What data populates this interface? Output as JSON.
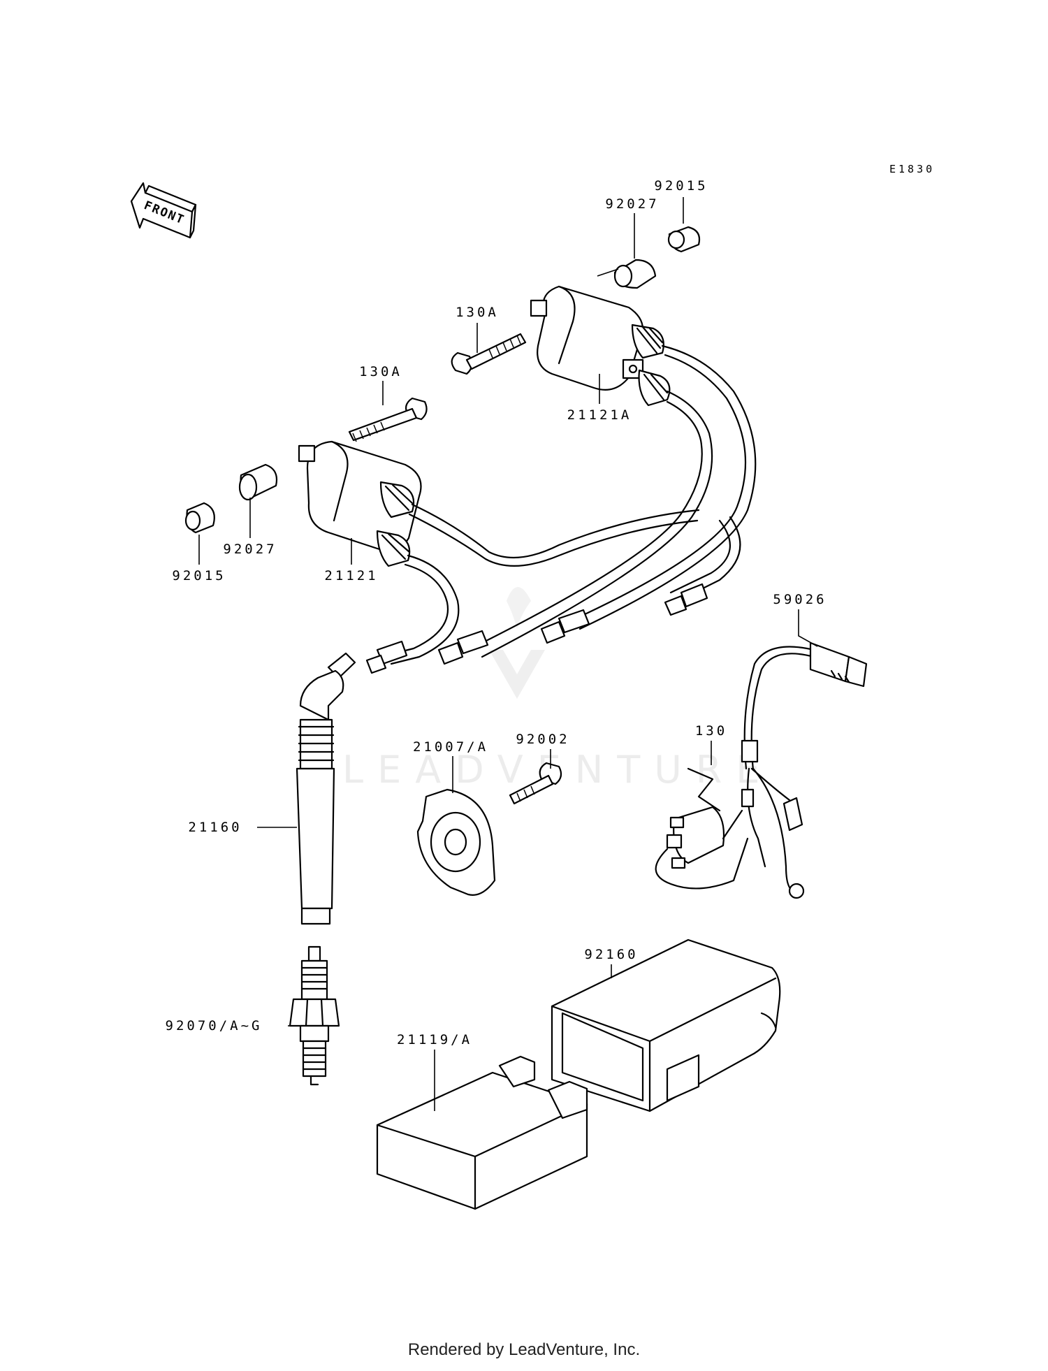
{
  "diagram_ref": "E1830",
  "front_indicator": "FRONT",
  "watermark": "LEADVENTURE",
  "footer": "Rendered by LeadVenture, Inc.",
  "labels": {
    "p92015_top": "92015",
    "p92027_top": "92027",
    "p130a_upper": "130A",
    "p130a_lower": "130A",
    "p21121a": "21121A",
    "p92027_left": "92027",
    "p92015_left": "92015",
    "p21121": "21121",
    "p59026": "59026",
    "p130": "130",
    "p92002": "92002",
    "p21007a": "21007/A",
    "p21160": "21160",
    "p92160": "92160",
    "p92070": "92070/A~G",
    "p21119a": "21119/A"
  }
}
